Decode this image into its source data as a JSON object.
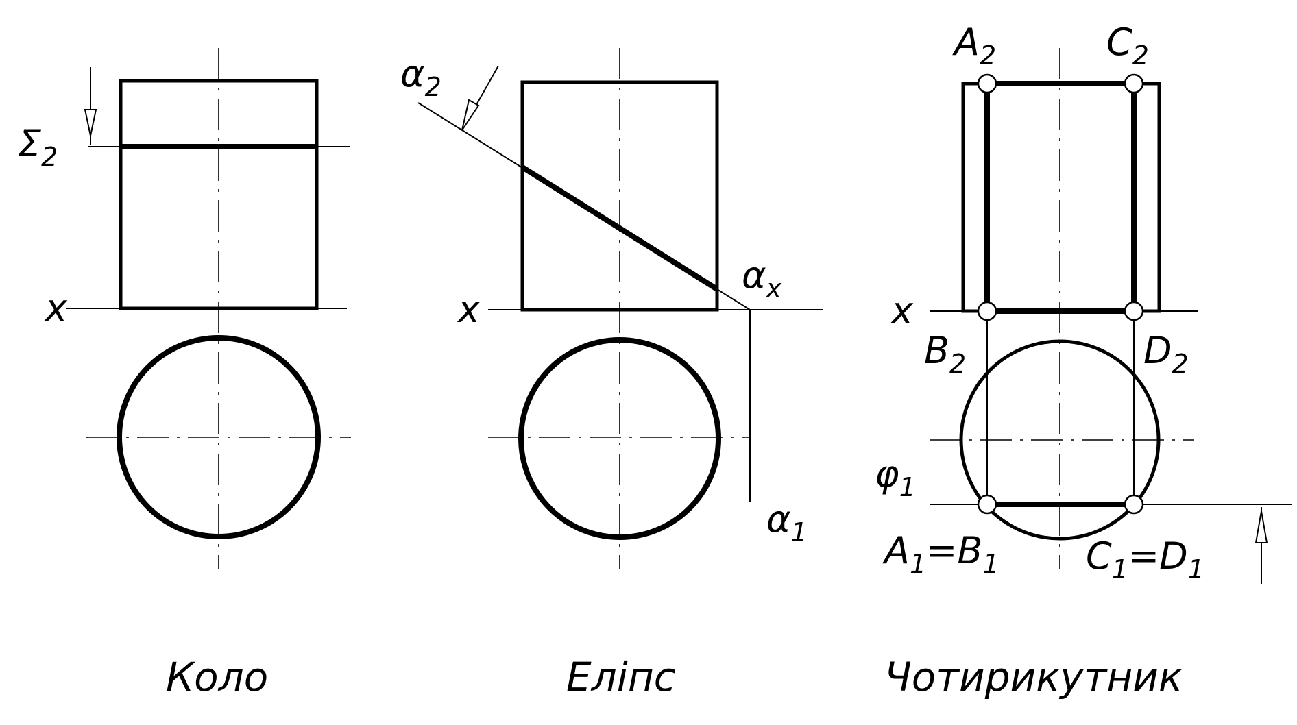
{
  "panels": [
    {
      "caption": "Коло",
      "labels": {
        "sigma": "Σ",
        "sigma_sub": "2",
        "x_axis": "x"
      }
    },
    {
      "caption": "Еліпс",
      "labels": {
        "alpha2": "α",
        "alpha2_sub": "2",
        "alphax": "α",
        "alphax_sub": "x",
        "alpha1": "α",
        "alpha1_sub": "1",
        "x_axis": "x"
      }
    },
    {
      "caption": "Чотирикутник",
      "labels": {
        "A2": "A",
        "A2_sub": "2",
        "C2": "C",
        "C2_sub": "2",
        "B2": "B",
        "B2_sub": "2",
        "D2": "D",
        "D2_sub": "2",
        "phi1": "φ",
        "phi1_sub": "1",
        "A1B1_a": "A",
        "A1B1_a_sub": "1",
        "A1B1_eq": "=",
        "A1B1_b": "B",
        "A1B1_b_sub": "1",
        "C1D1_c": "C",
        "C1D1_c_sub": "1",
        "C1D1_eq": "=",
        "C1D1_d": "D",
        "C1D1_d_sub": "1",
        "x_axis": "x"
      }
    }
  ]
}
